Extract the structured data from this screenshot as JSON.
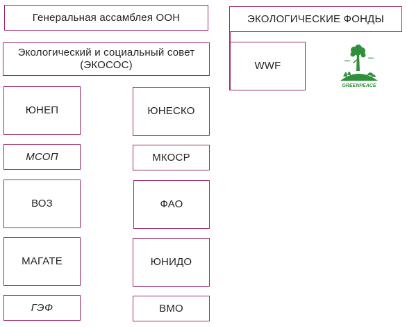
{
  "diagram": {
    "general_assembly": "Генеральная ассамблея ООН",
    "ecosoc": {
      "line1": "Экологический и социальный совет",
      "line2": "(ЭКОСОС)"
    },
    "left_column": {
      "unep": "ЮНЕП",
      "iucn": "МСОП",
      "who": "ВОЗ",
      "iaea": "МАГАТЕ",
      "gef": "ГЭФ"
    },
    "right_column": {
      "unesco": "ЮНЕСКО",
      "icsu": "МКОСР",
      "fao": "ФАО",
      "unido": "ЮНИДО",
      "wmo": "ВМО"
    },
    "eco_funds": {
      "title": "ЭКОЛОГИЧЕСКИЕ ФОНДЫ",
      "wwf": "WWF",
      "greenpeace_logo_text": "GREENPEACE"
    }
  },
  "colors": {
    "border": "#9b2a6e",
    "greenpeace": "#2f8f3a"
  }
}
